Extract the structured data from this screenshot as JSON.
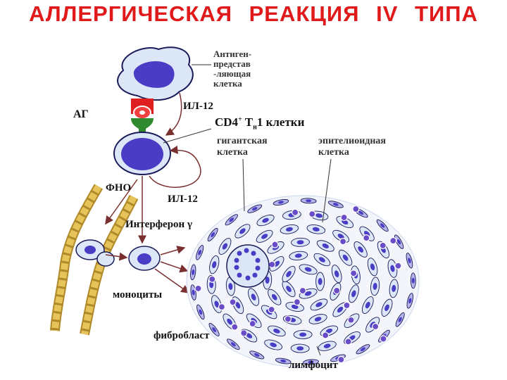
{
  "title": "АЛЛЕРГИЧЕСКАЯ  РЕАКЦИЯ IV ТИПА",
  "labels": {
    "apc": [
      "Антиген-",
      "представ",
      "-ляющая",
      "клетка"
    ],
    "ag": "АГ",
    "il12_top": "ИЛ-12",
    "cd4_main": "CD4",
    "cd4_sup": "+",
    "cd4_t": "T",
    "cd4_sub": "н",
    "cd4_rest": "1  клетки",
    "giant_cell": [
      "гигантская",
      "клетка"
    ],
    "epithelioid": [
      "эпителиоидная",
      "клетка"
    ],
    "fno": "ФНО",
    "il12_loop": "ИЛ-12",
    "interferon": "Интерферон γ",
    "monocytes": "моноциты",
    "fibroblast": "фибробласт",
    "lymphocyte": "лимфоцит"
  },
  "colors": {
    "title": "#e01a1a",
    "cell_fill": "#dbe7f6",
    "nucleus": "#4a3cc4",
    "receptor_red": "#e02020",
    "stalk_green": "#2f8a2f",
    "vessel": "#e6c45a"
  }
}
